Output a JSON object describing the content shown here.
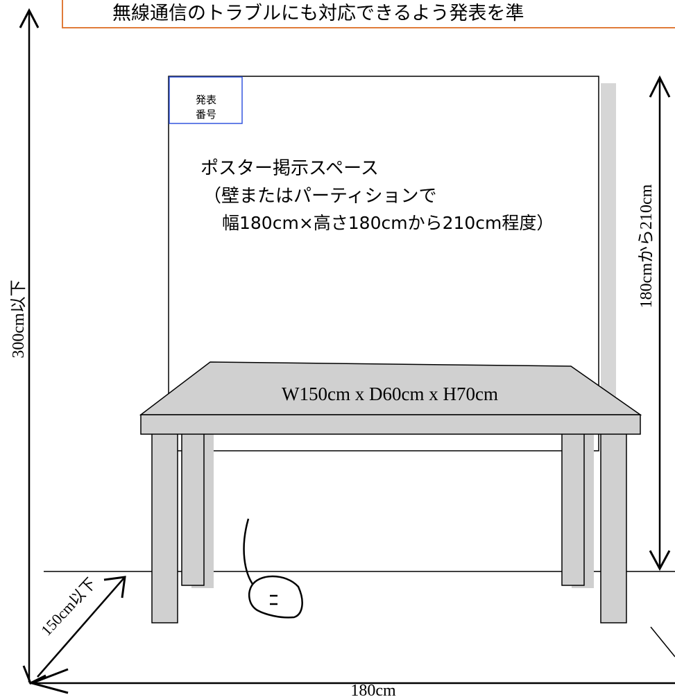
{
  "notice": {
    "text": "無線通信のトラブルにも対応できるよう発表を準"
  },
  "presentation_number": {
    "line1": "発表",
    "line2": "番号"
  },
  "poster_space": {
    "line1": "ポスター掲示スペース",
    "line2": "（壁またはパーティションで",
    "line3": "幅180cm×高さ180cmから210cm程度）"
  },
  "table": {
    "label": "W150cm x D60cm x H70cm"
  },
  "dimensions": {
    "total_height": "300cm以下",
    "poster_height": "180cmから210cm",
    "depth": "150cm以下",
    "width": "180cm"
  },
  "colors": {
    "notice_border": "#e07b39",
    "number_box_border": "#3355dd",
    "table_fill": "#d0d0d0",
    "shadow": "#cccccc",
    "line": "#000000"
  },
  "icons": {
    "power_outlet": "power-outlet-icon"
  }
}
